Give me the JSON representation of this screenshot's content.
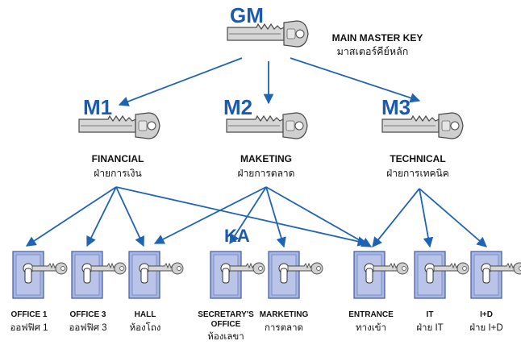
{
  "top": {
    "code": "GM",
    "label_en": "MAIN MASTER KEY",
    "label_th": "มาสเตอร์คีย์หลัก"
  },
  "groups": [
    {
      "code": "M1",
      "label_en": "FINANCIAL",
      "label_th": "ฝ่ายการเงิน"
    },
    {
      "code": "M2",
      "label_en": "MAKETING",
      "label_th": "ฝ่ายการตลาด"
    },
    {
      "code": "M3",
      "label_en": "TECHNICAL",
      "label_th": "ฝ่ายการเทคนิค"
    }
  ],
  "ka_label": "KA",
  "doors": [
    {
      "label_en": "OFFICE 1",
      "label_th": "ออฟฟิศ 1"
    },
    {
      "label_en": "OFFICE 3",
      "label_th": "ออฟฟิศ 3"
    },
    {
      "label_en": "HALL",
      "label_th": "ห้องโถง"
    },
    {
      "label_en": "SECRETARY'S",
      "label_en2": "OFFICE",
      "label_th": "ห้องเลขา"
    },
    {
      "label_en": "MARKETING",
      "label_th": "การตลาด"
    },
    {
      "label_en": "ENTRANCE",
      "label_th": "ทางเข้า"
    },
    {
      "label_en": "IT",
      "label_th": "ฝ่าย IT"
    },
    {
      "label_en": "I+D",
      "label_th": "ฝ่าย I+D"
    }
  ],
  "colors": {
    "accent": "#1a5bb0",
    "arrow": "#1f63b5",
    "door": "#a9b6e0",
    "door_edge": "#3d5aa8",
    "key": "#c9c9c9",
    "key_edge": "#555555"
  }
}
